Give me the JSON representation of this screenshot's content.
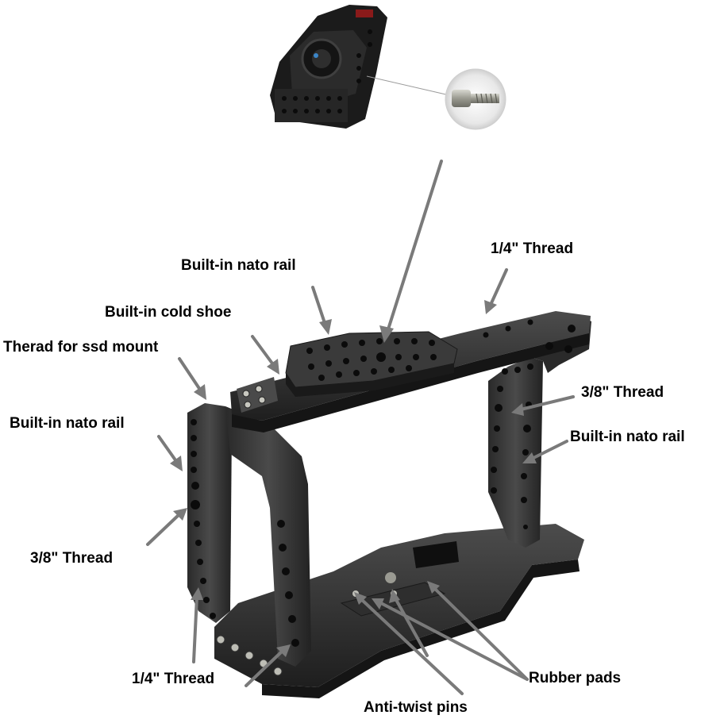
{
  "labels": {
    "nato_rail_top": "Built-in nato rail",
    "thread_quarter_top": "1/4\" Thread",
    "cold_shoe": "Built-in cold shoe",
    "ssd_mount": "Therad for ssd mount",
    "nato_rail_left": "Built-in nato rail",
    "thread_38_right": "3/8\" Thread",
    "nato_rail_right": "Built-in nato rail",
    "thread_38_left": "3/8\" Thread",
    "thread_quarter_bottom": "1/4\" Thread",
    "rubber_pads": "Rubber pads",
    "anti_twist_pins": "Anti-twist pins"
  },
  "colors": {
    "arrow": "#7a7a7a",
    "metal_dark": "#232323",
    "metal_mid": "#3a3a3a",
    "metal_light": "#5a5a5a",
    "hole": "#0c0c0c"
  }
}
